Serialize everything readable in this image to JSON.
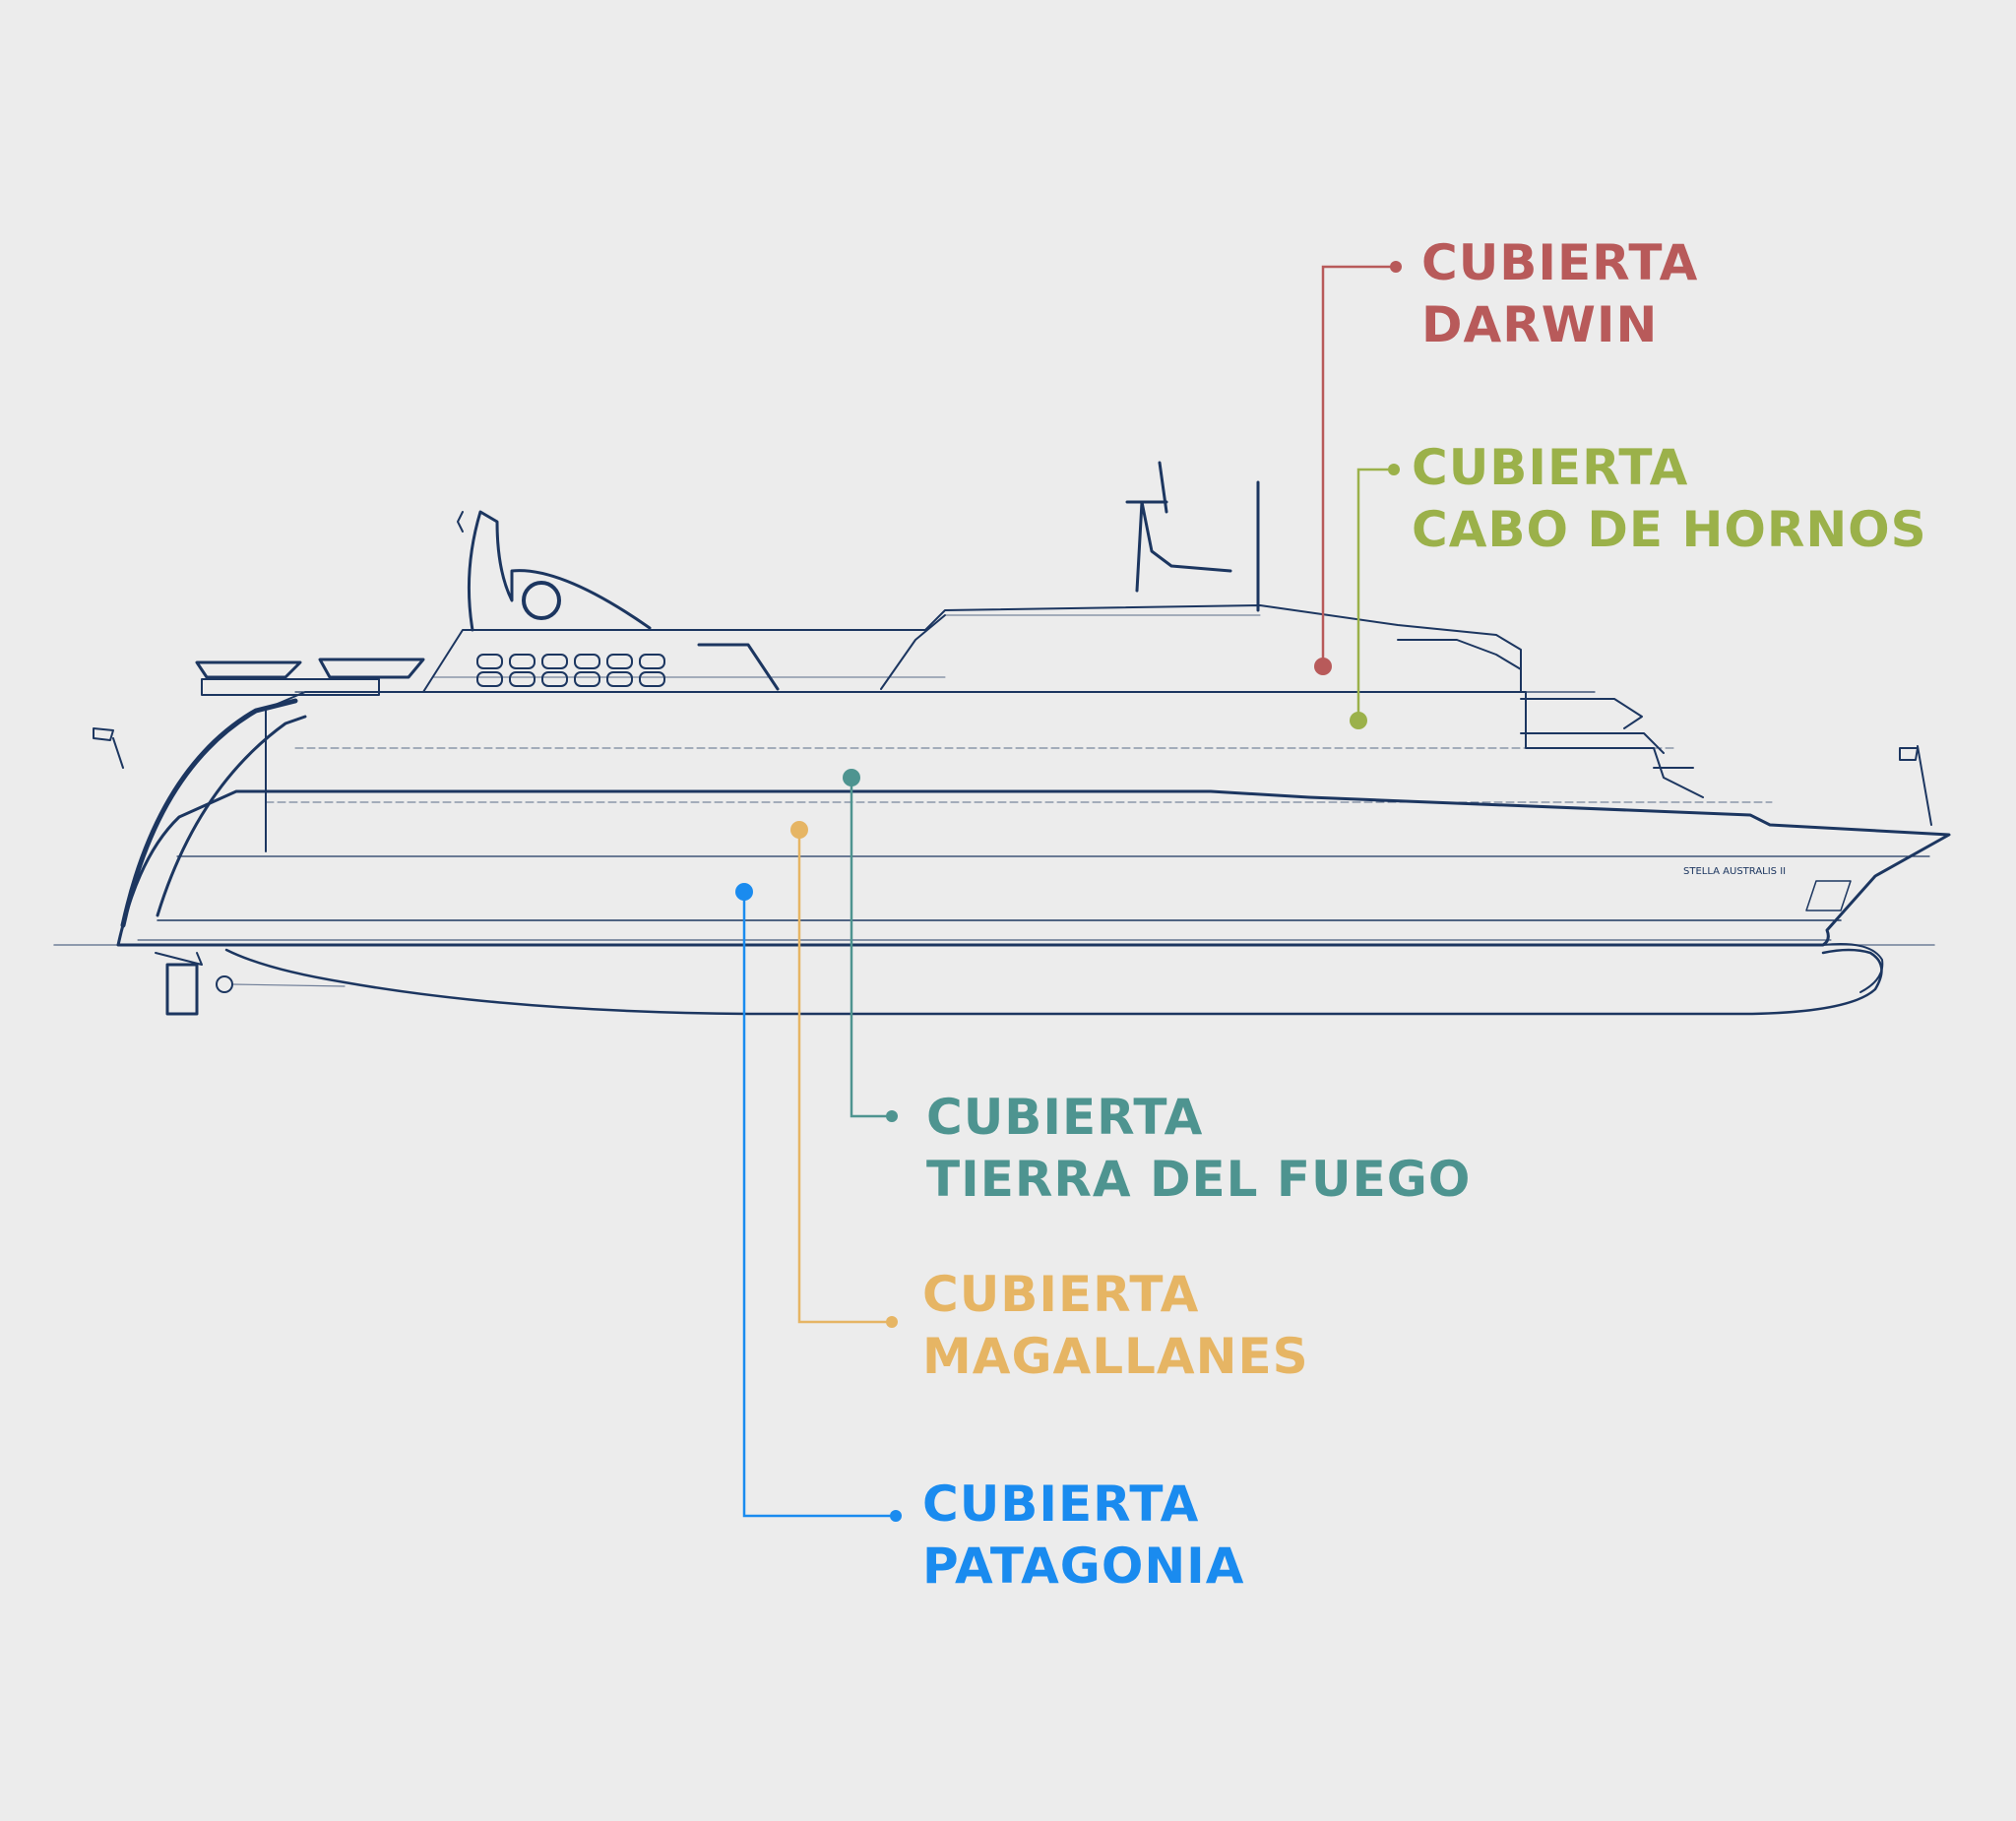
{
  "ship_name": "STELLA AUSTRALIS II",
  "colors": {
    "background": "#ececec",
    "ship_line": "#1c3660",
    "darwin": "#b85a5a",
    "cabo_de_hornos": "#9bb14a",
    "tierra_del_fuego": "#4e9490",
    "magallanes": "#e6b564",
    "patagonia": "#1a8bef"
  },
  "decks": [
    {
      "id": "darwin",
      "line1": "CUBIERTA",
      "line2": "DARWIN"
    },
    {
      "id": "cabo_de_hornos",
      "line1": "CUBIERTA",
      "line2": "CABO DE HORNOS"
    },
    {
      "id": "tierra_del_fuego",
      "line1": "CUBIERTA",
      "line2": "TIERRA DEL FUEGO"
    },
    {
      "id": "magallanes",
      "line1": "CUBIERTA",
      "line2": "MAGALLANES"
    },
    {
      "id": "patagonia",
      "line1": "CUBIERTA",
      "line2": "PATAGONIA"
    }
  ]
}
